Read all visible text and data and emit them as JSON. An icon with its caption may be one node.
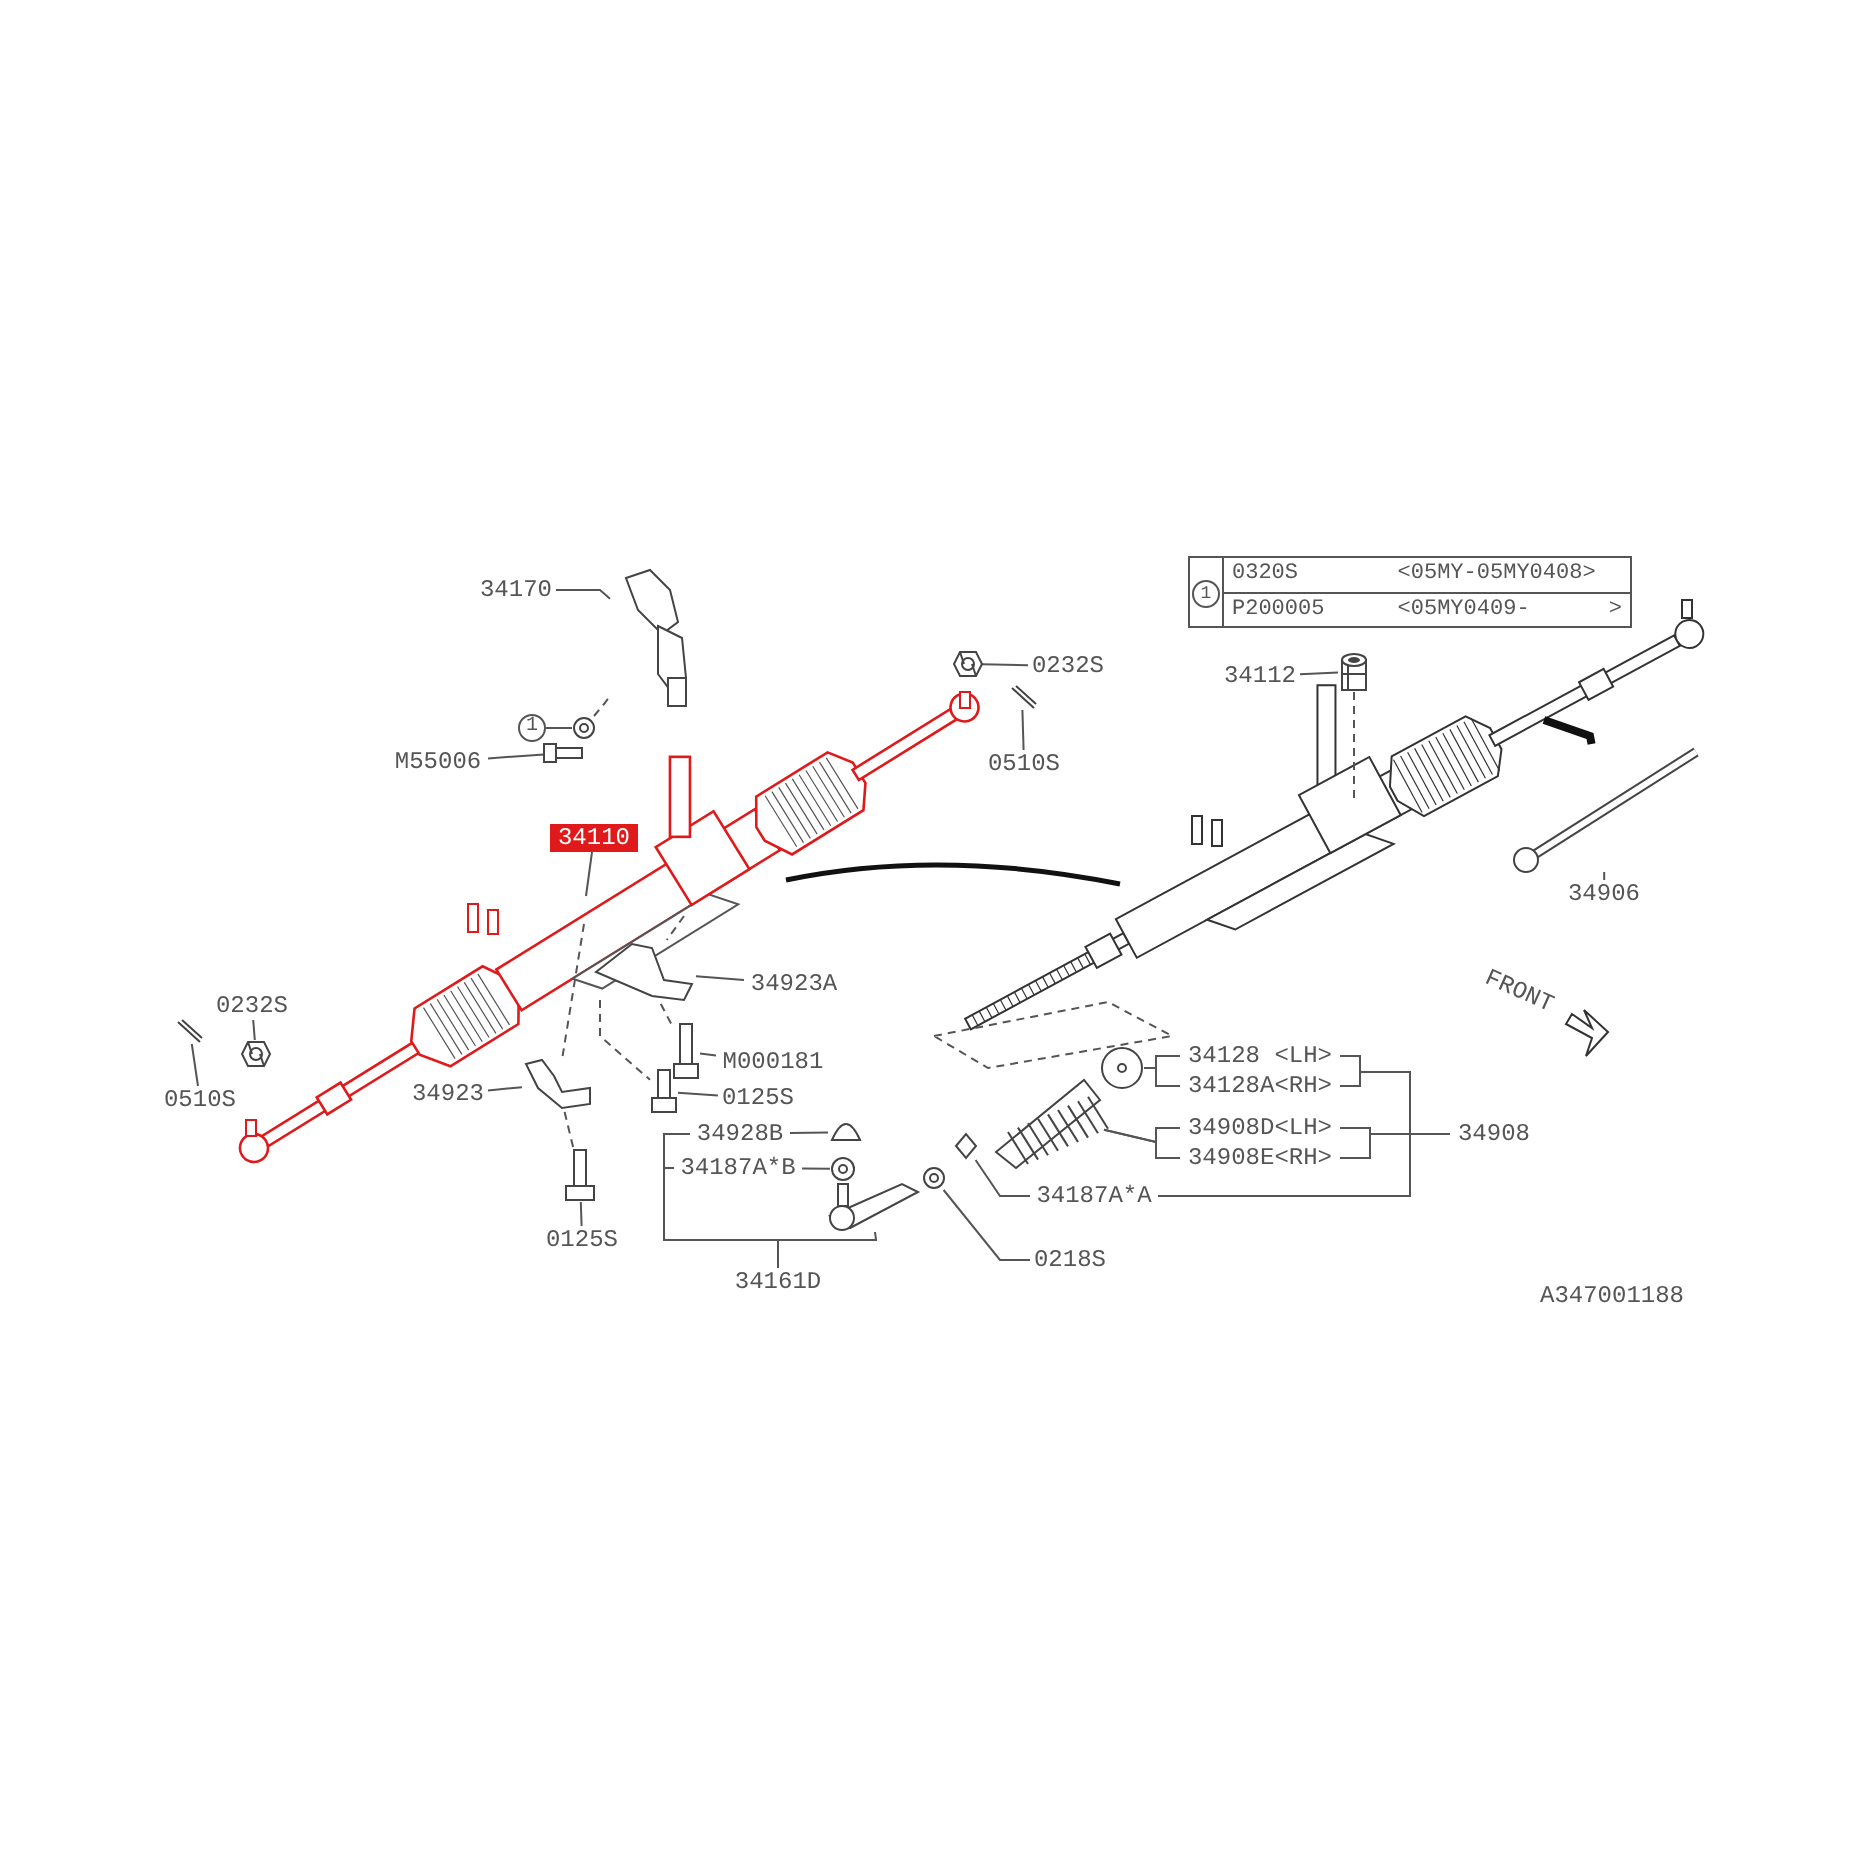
{
  "diagram": {
    "nodes": [
      {
        "text": [
          "34170"
        ]
      },
      {
        "text": [],
        "shape": "picture"
      },
      {
        "text": [
          "1"
        ]
      },
      {
        "text": [],
        "shape": "circle"
      },
      {
        "text": [
          "M55006"
        ]
      },
      {
        "text": [],
        "shape": "picture"
      },
      {
        "text": [
          "0232S"
        ]
      },
      {
        "text": [],
        "shape": "picture"
      },
      {
        "text": [],
        "shape": "picture"
      },
      {
        "text": [
          "0510S"
        ]
      },
      {
        "text": [
          "34110"
        ]
      },
      {
        "text": [],
        "shape": "picture"
      },
      {
        "text": [
          "34923A"
        ]
      },
      {
        "text": [],
        "shape": "picture"
      },
      {
        "text": [
          "M000181"
        ]
      },
      {
        "text": [],
        "shape": "picture"
      },
      {
        "text": [
          "0125S"
        ]
      },
      {
        "text": [],
        "shape": "picture"
      },
      {
        "text": [
          "34923"
        ]
      },
      {
        "text": [],
        "shape": "picture"
      },
      {
        "text": [
          "0125S"
        ]
      },
      {
        "text": [
          "0232S"
        ]
      },
      {
        "text": [],
        "shape": "picture"
      },
      {
        "text": [],
        "shape": "picture"
      },
      {
        "text": [
          "0510S"
        ]
      },
      {
        "text": [
          "34928B"
        ]
      },
      {
        "text": [],
        "shape": "picture"
      },
      {
        "text": [
          "34187A*B"
        ]
      },
      {
        "text": [],
        "shape": "circle"
      },
      {
        "text": [],
        "shape": "picture"
      },
      {
        "text": [
          "34161D"
        ]
      },
      {
        "text": [],
        "shape": "circle"
      },
      {
        "text": [
          "0218S"
        ]
      },
      {
        "text": [],
        "shape": "picture"
      },
      {
        "text": [
          "34187A*A"
        ]
      },
      {
        "text": [],
        "shape": "circle"
      },
      {
        "text": [
          "34128 <LH>"
        ]
      },
      {
        "text": [
          "34128A<RH>"
        ]
      },
      {
        "text": [],
        "shape": "picture"
      },
      {
        "text": [
          "34908D<LH>"
        ]
      },
      {
        "text": [
          "34908E<RH>"
        ]
      },
      {
        "text": [
          "34908"
        ]
      },
      {
        "text": [
          "34112"
        ]
      },
      {
        "text": [],
        "shape": "picture"
      },
      {
        "text": [],
        "shape": "picture"
      },
      {
        "text": [
          "34906"
        ]
      },
      {
        "text": [
          "1",
          "0320S",
          "<05MY-05MY0408>",
          "P200005",
          "<05MY0409-      >"
        ]
      }
    ],
    "edges": [
      {
        "from": 0,
        "to": 1,
        "arrow": "none"
      },
      {
        "from": 2,
        "to": 3,
        "arrow": "none"
      },
      {
        "from": 4,
        "to": 5,
        "arrow": "none"
      },
      {
        "from": 6,
        "to": 7,
        "arrow": "none"
      },
      {
        "from": 9,
        "to": 8,
        "arrow": "none"
      },
      {
        "from": 10,
        "to": null,
        "arrow": "none"
      },
      {
        "from": 12,
        "to": 11,
        "arrow": "none"
      },
      {
        "from": 14,
        "to": 13,
        "arrow": "none"
      },
      {
        "from": 16,
        "to": 15,
        "arrow": "none"
      },
      {
        "from": 18,
        "to": 17,
        "arrow": "none"
      },
      {
        "from": 20,
        "to": 19,
        "arrow": "none"
      },
      {
        "from": 21,
        "to": 22,
        "arrow": "none"
      },
      {
        "from": 24,
        "to": 23,
        "arrow": "none"
      },
      {
        "from": 25,
        "to": 26,
        "arrow": "none"
      },
      {
        "from": 27,
        "to": 28,
        "arrow": "none"
      },
      {
        "from": 30,
        "to": 25,
        "arrow": "none"
      },
      {
        "from": 30,
        "to": 27,
        "arrow": "none"
      },
      {
        "from": 30,
        "to": 29,
        "arrow": "none"
      },
      {
        "from": 32,
        "to": 31,
        "arrow": "none"
      },
      {
        "from": 34,
        "to": 33,
        "arrow": "none"
      },
      {
        "from": 36,
        "to": 35,
        "arrow": "none"
      },
      {
        "from": 37,
        "to": 35,
        "arrow": "none"
      },
      {
        "from": 39,
        "to": 38,
        "arrow": "none"
      },
      {
        "from": 40,
        "to": 38,
        "arrow": "none"
      },
      {
        "from": 41,
        "to": 36,
        "arrow": "none"
      },
      {
        "from": 41,
        "to": 37,
        "arrow": "none"
      },
      {
        "from": 41,
        "to": 39,
        "arrow": "none"
      },
      {
        "from": 41,
        "to": 40,
        "arrow": "none"
      },
      {
        "from": 41,
        "to": 34,
        "arrow": "none"
      },
      {
        "from": 42,
        "to": 43,
        "arrow": "none"
      },
      {
        "from": 45,
        "to": 44,
        "arrow": "none"
      },
      {
        "from": null,
        "to": 44,
        "arrow": "none",
        "style": "thick",
        "color": "#111111"
      },
      {
        "from": 3,
        "to": 1,
        "arrow": "none",
        "style": "dashed"
      },
      {
        "from": 11,
        "to": 15,
        "arrow": "none",
        "style": "dashed"
      },
      {
        "from": 11,
        "to": 13,
        "arrow": "none",
        "style": "dashed"
      },
      {
        "from": 17,
        "to": 19,
        "arrow": "none",
        "style": "dashed"
      },
      {
        "from": null,
        "to": 17,
        "arrow": "none",
        "style": "dashed"
      },
      {
        "from": null,
        "to": 11,
        "arrow": "none",
        "style": "dashed"
      },
      {
        "from": 43,
        "to": null,
        "arrow": "none",
        "style": "dashed"
      }
    ],
    "labels": [
      "FRONT",
      "A347001188"
    ]
  }
}
